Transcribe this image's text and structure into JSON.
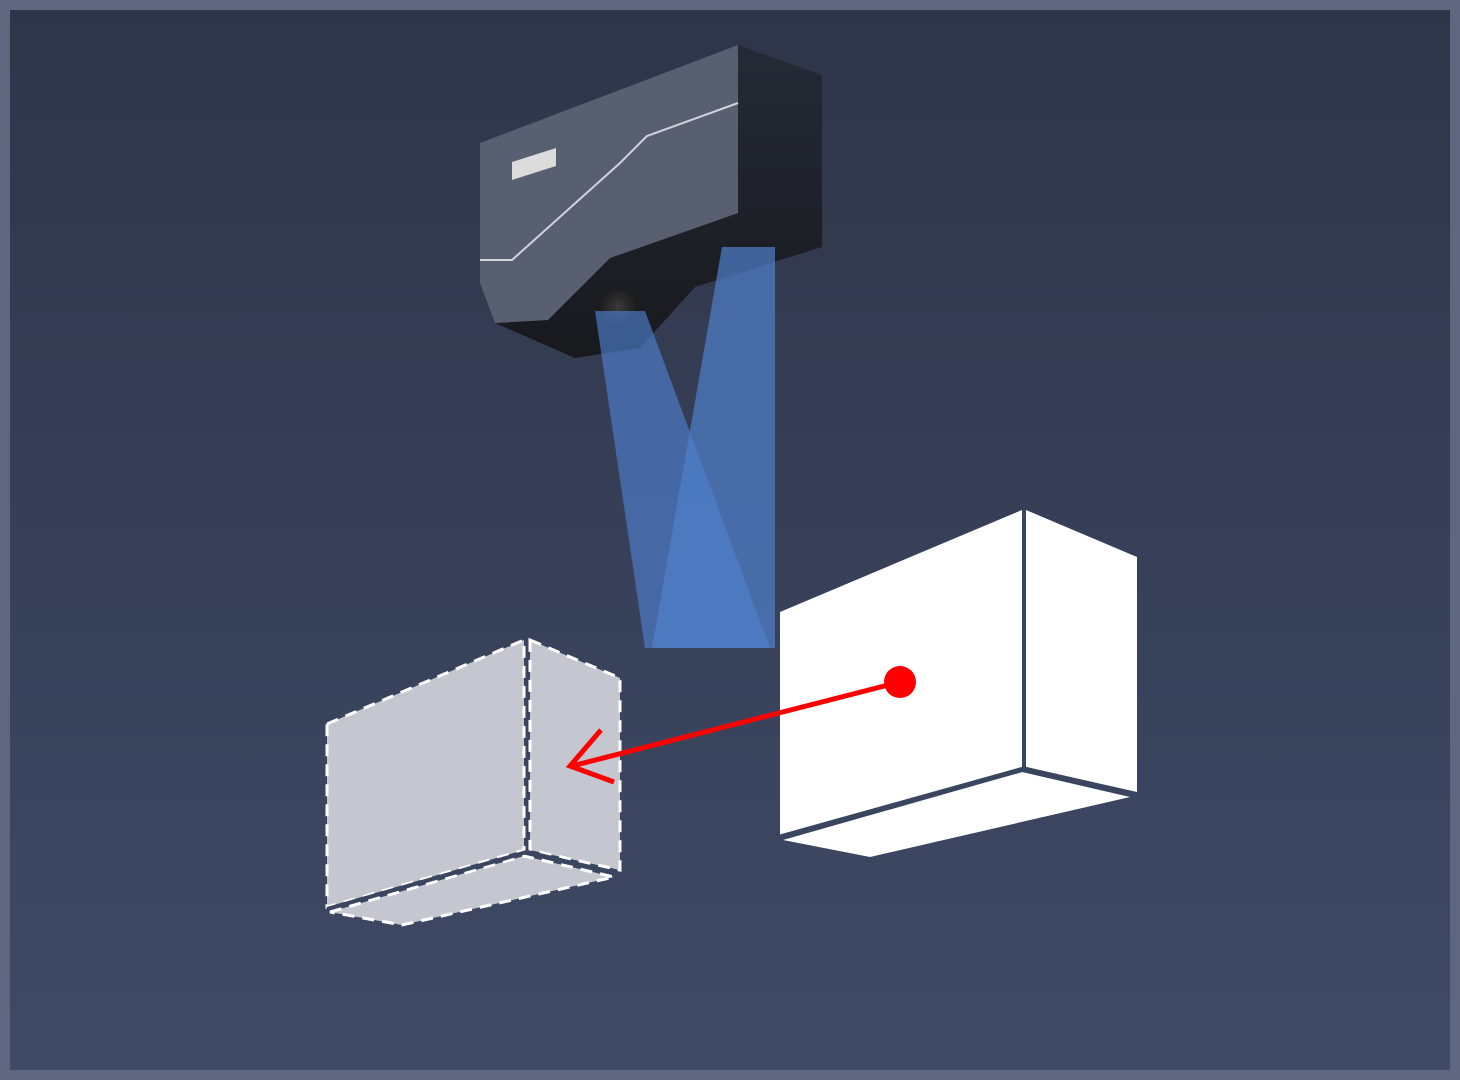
{
  "scene": {
    "colors": {
      "frame": "#5f6780",
      "background_top": "#2f3549",
      "background_bottom": "#3f4a66",
      "camera_front": "#585f70",
      "camera_body": "#1c1e24",
      "beam": "#4f7fcf",
      "target_box": "#ffffff",
      "ghost_box": "#c4c7d0",
      "box_edge": "#3a4560",
      "arrow": "#ff0000"
    },
    "icons": {
      "camera": "scanner-camera-icon",
      "target": "solid-box",
      "ghost": "dashed-box",
      "arrow": "red-arrow"
    }
  }
}
